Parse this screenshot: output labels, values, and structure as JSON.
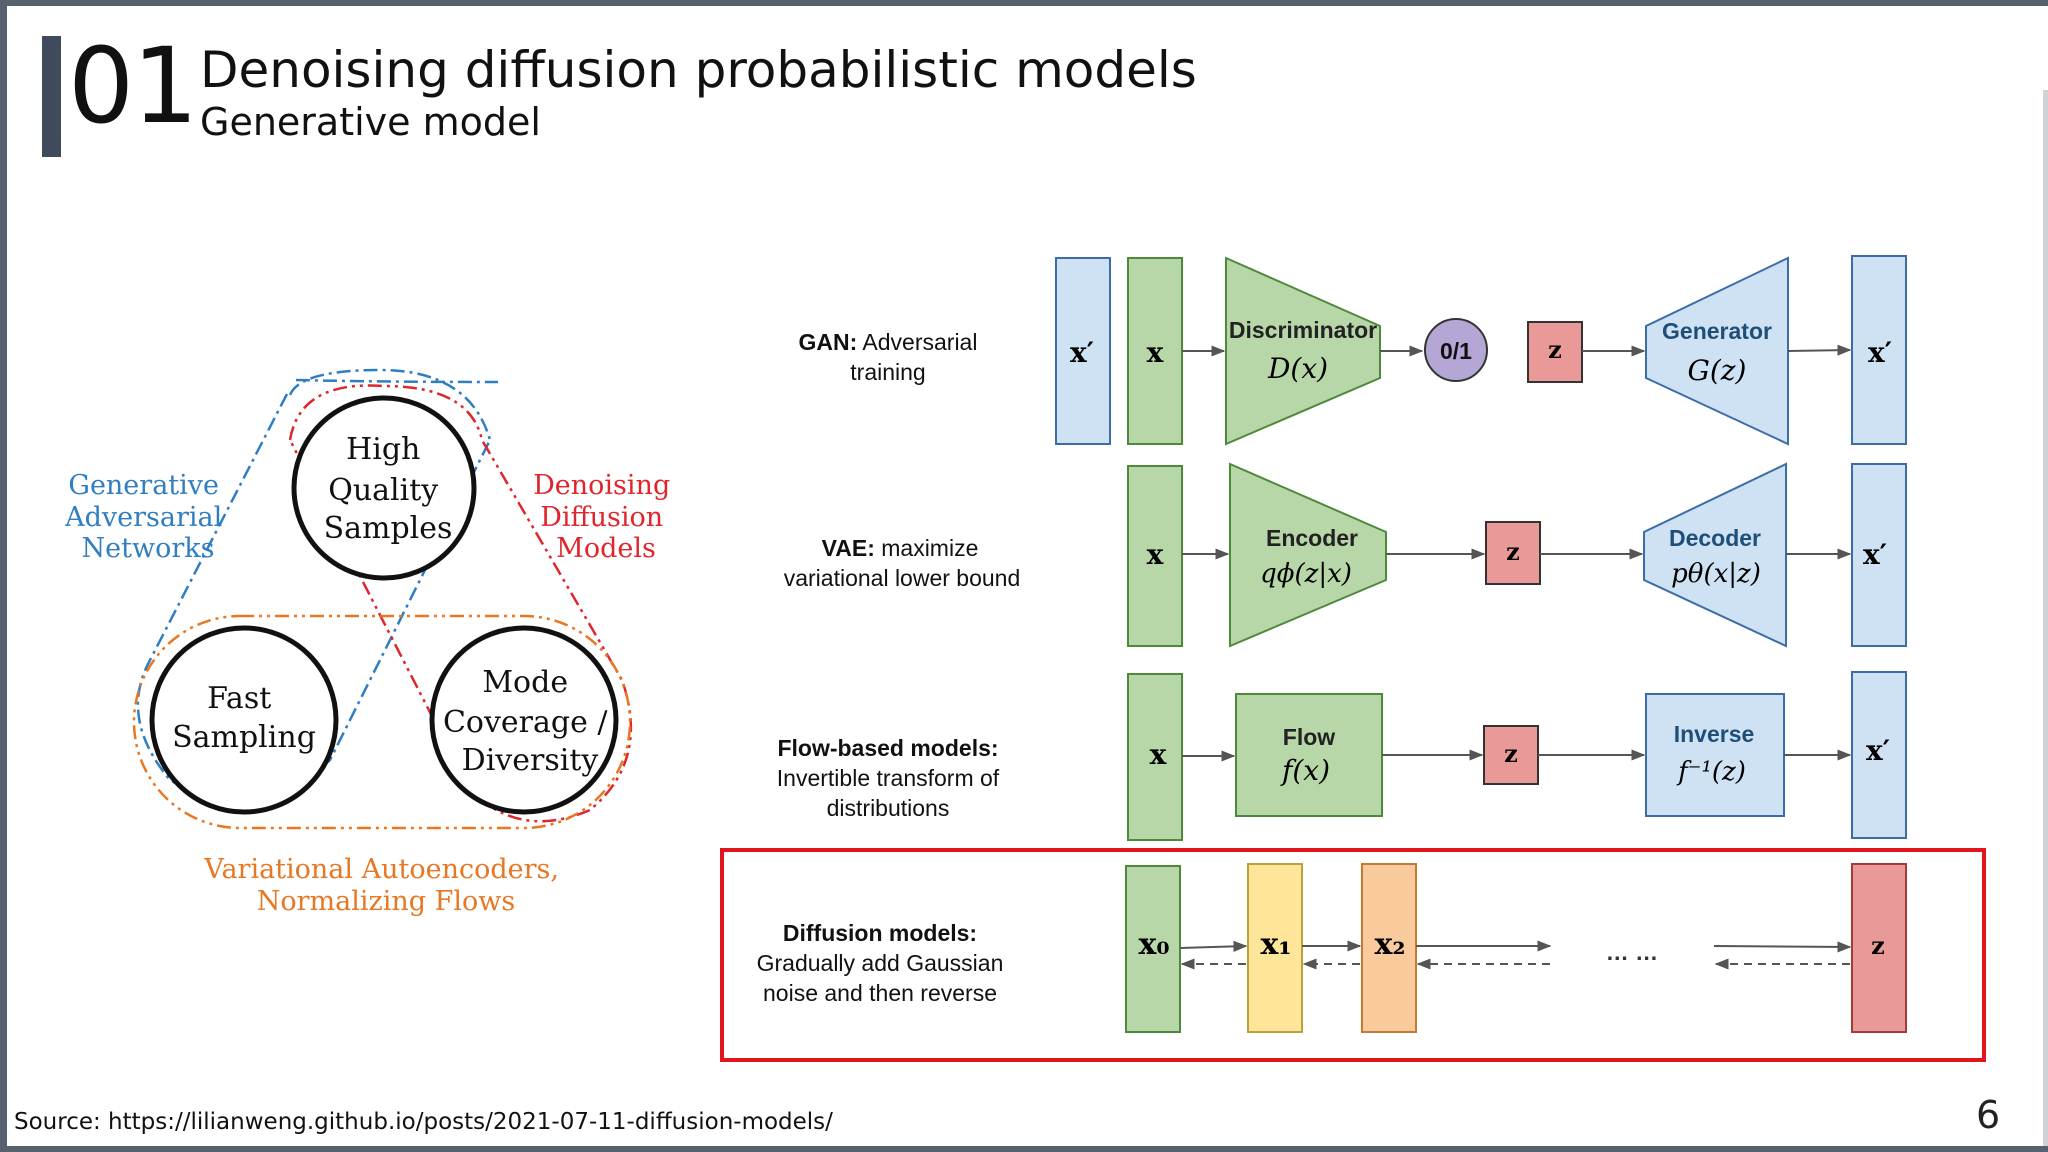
{
  "header": {
    "number": "01",
    "title": "Denoising diffusion probabilistic models",
    "subtitle": "Generative model"
  },
  "footer": {
    "source": "Source: https://lilianweng.github.io/posts/2021-07-11-diffusion-models/",
    "page": "6"
  },
  "trilemma": {
    "circles": {
      "top": [
        "High",
        "Quality",
        "Samples"
      ],
      "left": [
        "Fast",
        "Sampling"
      ],
      "right": [
        "Mode",
        "Coverage /",
        "Diversity"
      ]
    },
    "gan_label": [
      "Generative",
      "Adversarial",
      "Networks"
    ],
    "diffusion_label": [
      "Denoising",
      "Diffusion",
      "Models"
    ],
    "vae_label": [
      "Variational Autoencoders,",
      "Normalizing Flows"
    ],
    "colors": {
      "gan": "#2f7ec2",
      "diffusion": "#e0262c",
      "vae": "#e87723"
    }
  },
  "rows": {
    "gan": {
      "bold": "GAN:",
      "rest": " Adversarial",
      "line2": "training",
      "x_prime_in": "x′",
      "x": "x",
      "disc_name": "Discriminator",
      "disc_fn": "D(x)",
      "out": "0/1",
      "z": "z",
      "gen_name": "Generator",
      "gen_fn": "G(z)",
      "x_prime_out": "x′"
    },
    "vae": {
      "bold": "VAE:",
      "rest": " maximize",
      "line2": "variational lower bound",
      "x": "x",
      "enc_name": "Encoder",
      "enc_fn": "qϕ(z|x)",
      "z": "z",
      "dec_name": "Decoder",
      "dec_fn": "pθ(x|z)",
      "x_prime": "x′"
    },
    "flow": {
      "line1": "Flow-based models:",
      "line2": "Invertible transform of",
      "line3": "distributions",
      "x": "x",
      "flow_name": "Flow",
      "flow_fn": "f(x)",
      "z": "z",
      "inv_name": "Inverse",
      "inv_fn": "f⁻¹(z)",
      "x_prime": "x′"
    },
    "diffusion": {
      "line1": "Diffusion models:",
      "line2": "Gradually add Gaussian",
      "line3": "noise and then reverse",
      "x0": "x₀",
      "x1": "x₁",
      "x2": "x₂",
      "dots": "… …",
      "z": "z"
    }
  },
  "colors": {
    "green_fill": "#b7d7a8",
    "green_stroke": "#4d8a3c",
    "blue_fill": "#cfe2f3",
    "blue_stroke": "#3d6da8",
    "red_fill": "#ea9999",
    "red_stroke": "#a43b3b",
    "purple_fill": "#b4a7d6",
    "yellow_fill": "#ffe599",
    "orange_fill": "#f9cb9c",
    "highlight": "#e0161c"
  }
}
